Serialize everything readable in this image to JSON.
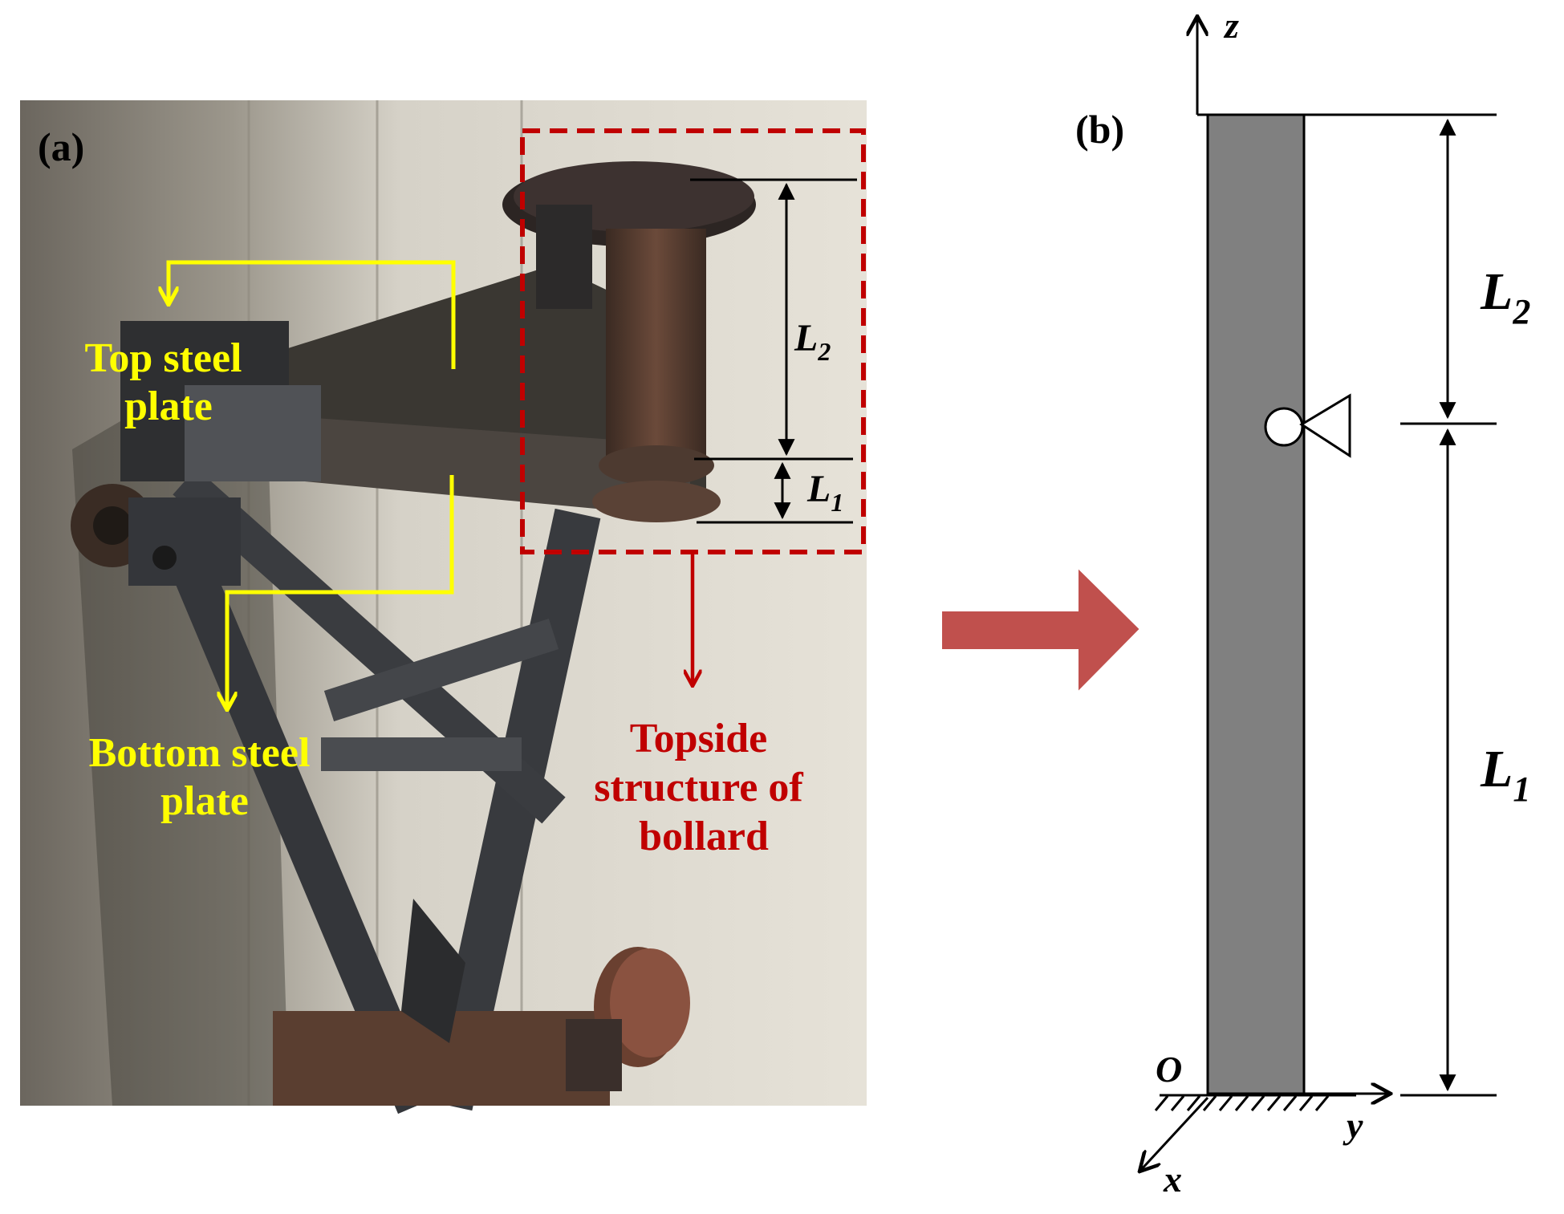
{
  "panel_a": {
    "label": "(a)",
    "top_plate_label_lines": [
      "Top steel",
      "plate"
    ],
    "bottom_plate_label_lines": [
      "Bottom steel",
      "plate"
    ],
    "topside_label_lines": [
      "Topside",
      "structure of",
      "bollard"
    ],
    "dim_L2": {
      "base": "L",
      "sub": "2"
    },
    "dim_L1": {
      "base": "L",
      "sub": "1"
    }
  },
  "panel_b": {
    "label": "(b)",
    "axis_z": "z",
    "axis_y": "y",
    "axis_x": "x",
    "origin": "O",
    "dim_L2": {
      "base": "L",
      "sub": "2"
    },
    "dim_L1": {
      "base": "L",
      "sub": "1"
    }
  },
  "colors": {
    "annotation_yellow": "#ffff00",
    "annotation_red": "#c00000",
    "arrow_fill": "#c0504d",
    "column_gray": "#808080"
  }
}
